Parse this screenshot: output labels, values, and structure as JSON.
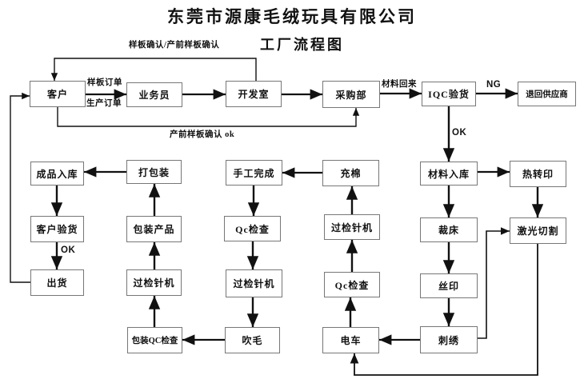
{
  "page": {
    "title": "东莞市源康毛绒玩具有限公司",
    "subtitle": "工厂流程图"
  },
  "flowchart": {
    "accent_color": "#111111",
    "box_border_color": "#777777",
    "nodes": {
      "customer": {
        "label": "客户"
      },
      "salesman": {
        "label": "业务员"
      },
      "dev_room": {
        "label": "开发室"
      },
      "purchasing": {
        "label": "采购部"
      },
      "iqc": {
        "label": "IQC验货"
      },
      "return_supplier": {
        "label": "退回供应商"
      },
      "finished_storage": {
        "label": "成品入库"
      },
      "packing": {
        "label": "打包装"
      },
      "handwork_done": {
        "label": "手工完成"
      },
      "stuffing": {
        "label": "充棉"
      },
      "material_storage": {
        "label": "材料入库"
      },
      "heat_transfer": {
        "label": "热转印"
      },
      "customer_inspect": {
        "label": "客户验货"
      },
      "pack_product": {
        "label": "包装产品"
      },
      "qc_check_mid": {
        "label": "Qc检查"
      },
      "needle_detector_right": {
        "label": "过检针机"
      },
      "cutting_bed": {
        "label": "裁床"
      },
      "laser_cut": {
        "label": "激光切割"
      },
      "shipping": {
        "label": "出货"
      },
      "needle_detector_left": {
        "label": "过检针机"
      },
      "needle_detector_mid": {
        "label": "过检针机"
      },
      "qc_check_right": {
        "label": "Qc检查"
      },
      "silk_print": {
        "label": "丝印"
      },
      "pack_qc_check": {
        "label": "包装QC检查"
      },
      "blow_hair": {
        "label": "吹毛"
      },
      "sewing": {
        "label": "电车"
      },
      "embroidery": {
        "label": "刺绣"
      }
    },
    "edge_labels": {
      "sample_order": "样板订单",
      "production_order": "生产订单",
      "sample_confirm": "样板确认/产前样板确认",
      "preproduction_ok": "产前样板确认 ok",
      "material_back": "材料回来",
      "ng": "NG",
      "iqc_ok": "OK",
      "ship_ok": "OK"
    }
  }
}
